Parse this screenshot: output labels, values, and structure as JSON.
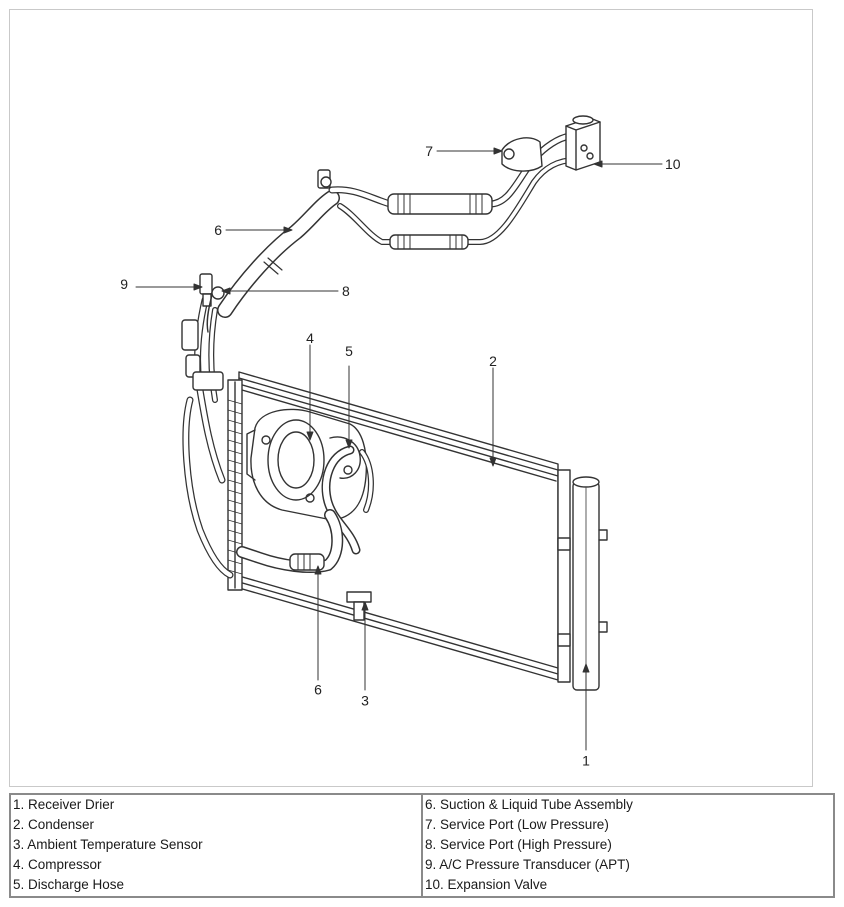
{
  "callouts": {
    "c1": "1",
    "c2": "2",
    "c3": "3",
    "c4": "4",
    "c5": "5",
    "c6a": "6",
    "c6b": "6",
    "c7": "7",
    "c8": "8",
    "c9": "9",
    "c10": "10"
  },
  "legend": {
    "left": [
      "1. Receiver Drier",
      "2. Condenser",
      "3. Ambient Temperature Sensor",
      "4. Compressor",
      "5. Discharge Hose"
    ],
    "right": [
      "6. Suction & Liquid Tube Assembly",
      "7. Service Port (Low Pressure)",
      "8. Service Port (High Pressure)",
      "9. A/C Pressure Transducer (APT)",
      "10. Expansion Valve"
    ]
  }
}
